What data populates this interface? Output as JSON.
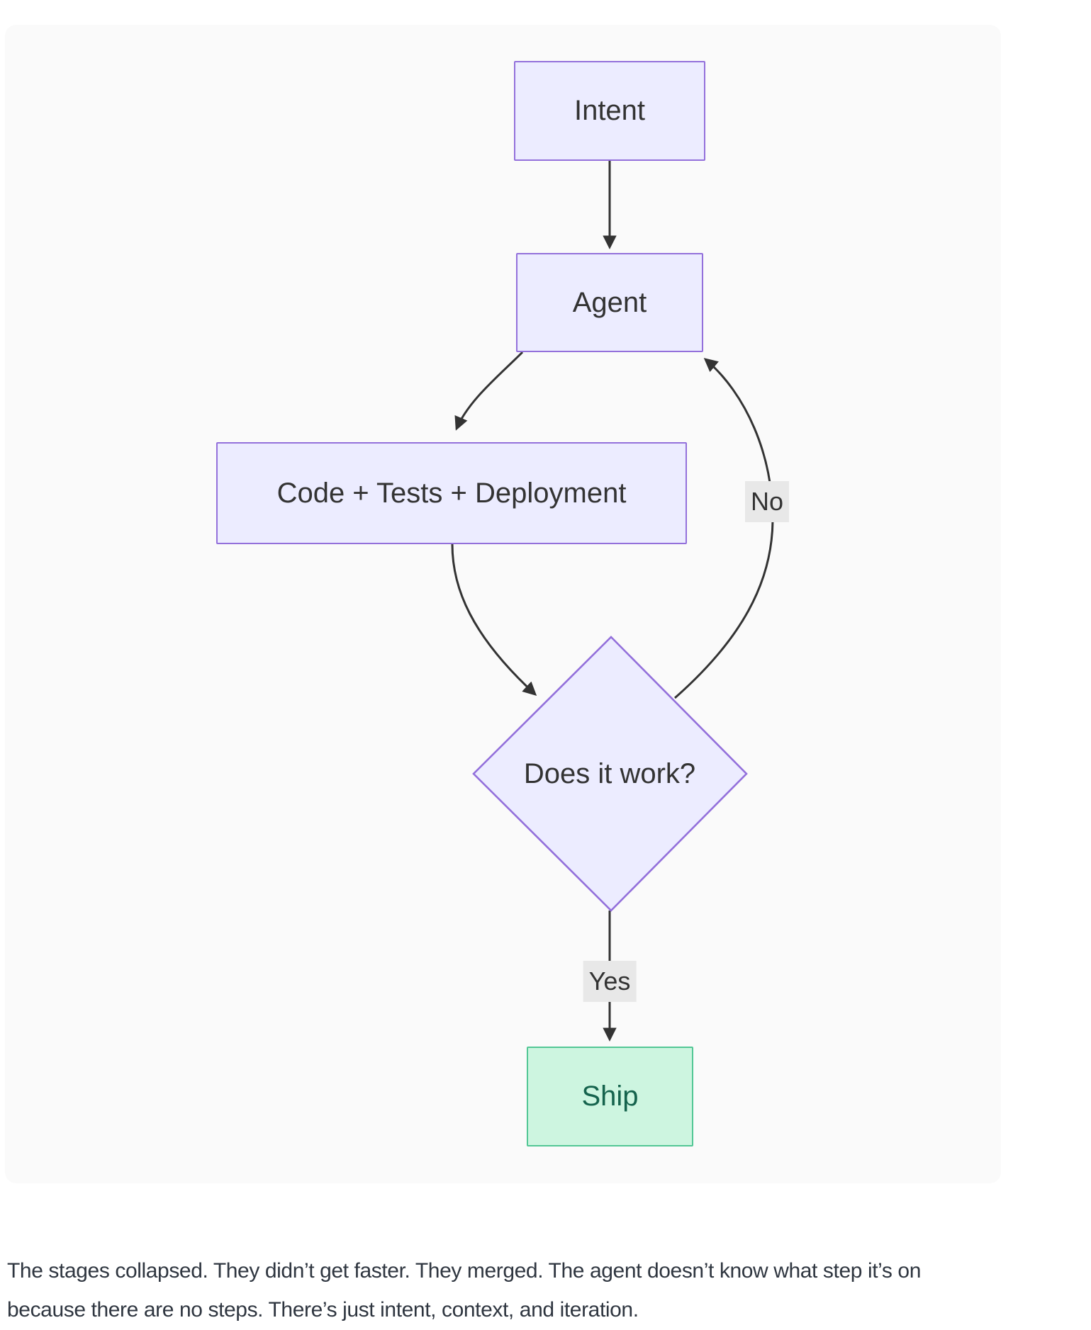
{
  "diagram": {
    "nodes": {
      "intent": {
        "label": "Intent"
      },
      "agent": {
        "label": "Agent"
      },
      "code": {
        "label": "Code + Tests + Deployment"
      },
      "decision": {
        "label": "Does it work?"
      },
      "ship": {
        "label": "Ship"
      }
    },
    "edge_labels": {
      "no": "No",
      "yes": "Yes"
    },
    "colors": {
      "canvas_bg": "#FAFAFA",
      "node_fill": "#ECECFF",
      "node_border": "#9370DB",
      "node_text": "#333333",
      "ship_fill": "#CDF5E0",
      "ship_border": "#52C795",
      "ship_text": "#15634D",
      "edge_line": "#333333",
      "edge_label_bg": "#E8E8E8",
      "paragraph_text": "#2F3640"
    }
  },
  "paragraph": {
    "line1": "The stages collapsed. They didn’t get faster. They merged. The agent doesn’t know what step it’s on",
    "line2": "because there are no steps. There’s just intent, context, and iteration."
  }
}
